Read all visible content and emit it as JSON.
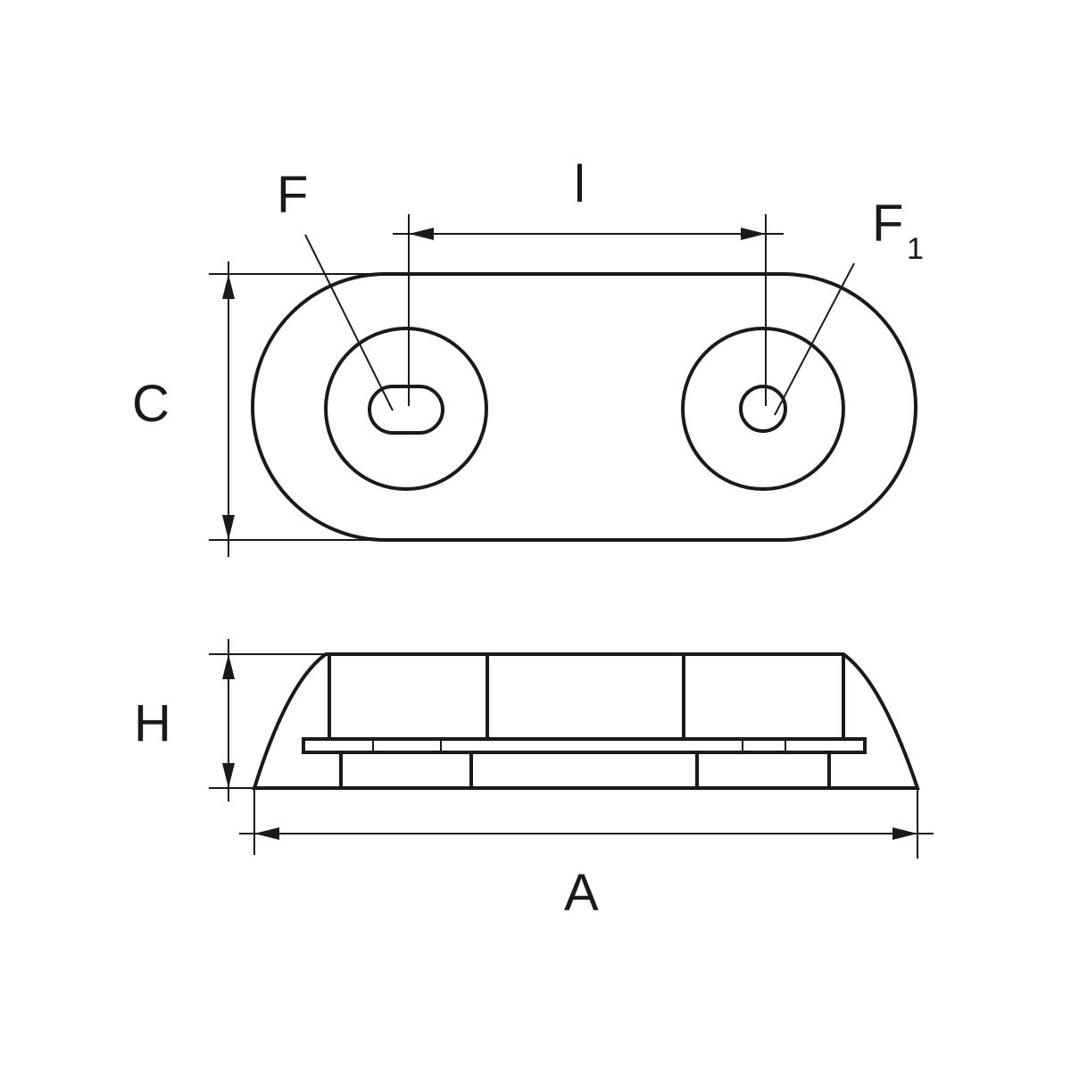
{
  "labels": {
    "length": "A",
    "width": "C",
    "height": "H",
    "hole_spacing": "l",
    "slot_hole": "F",
    "round_hole_main": "F",
    "round_hole_sub": "1"
  },
  "colors": {
    "line": "#1a1a1a",
    "background": "#ffffff"
  }
}
